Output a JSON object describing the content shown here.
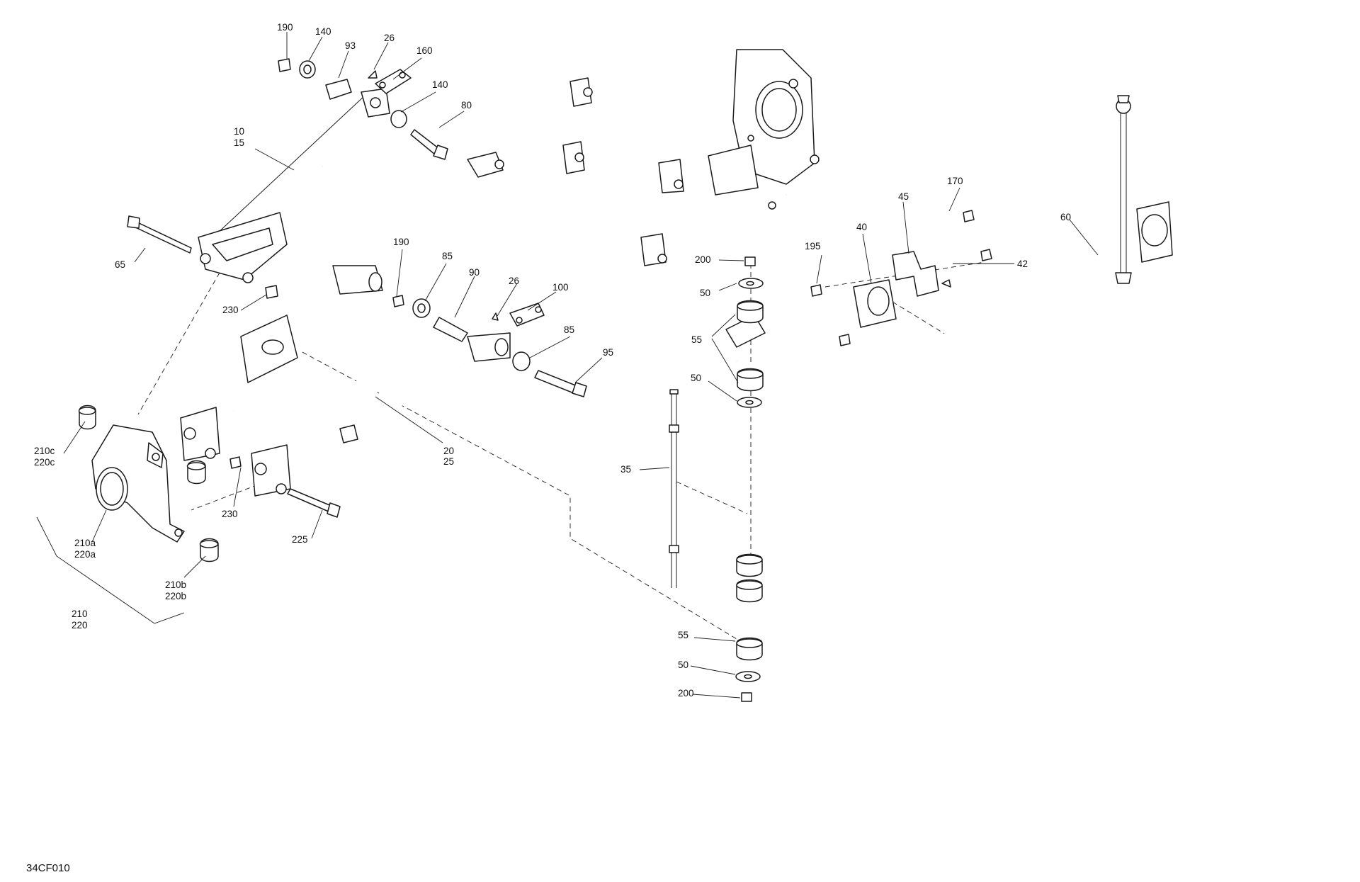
{
  "drawing_code": "34CF010",
  "callouts": [
    {
      "id": "c190a",
      "text": "190"
    },
    {
      "id": "c140a",
      "text": "140"
    },
    {
      "id": "c93",
      "text": "93"
    },
    {
      "id": "c26a",
      "text": "26"
    },
    {
      "id": "c160",
      "text": "160"
    },
    {
      "id": "c140b",
      "text": "140"
    },
    {
      "id": "c80",
      "text": "80"
    },
    {
      "id": "c10",
      "text": "10"
    },
    {
      "id": "c15",
      "text": "15"
    },
    {
      "id": "c65",
      "text": "65"
    },
    {
      "id": "c230a",
      "text": "230"
    },
    {
      "id": "c190b",
      "text": "190"
    },
    {
      "id": "c85a",
      "text": "85"
    },
    {
      "id": "c90",
      "text": "90"
    },
    {
      "id": "c26b",
      "text": "26"
    },
    {
      "id": "c100",
      "text": "100"
    },
    {
      "id": "c85b",
      "text": "85"
    },
    {
      "id": "c95",
      "text": "95"
    },
    {
      "id": "c20",
      "text": "20"
    },
    {
      "id": "c25",
      "text": "25"
    },
    {
      "id": "c210c",
      "text": "210c"
    },
    {
      "id": "c220c",
      "text": "220c"
    },
    {
      "id": "c230b",
      "text": "230"
    },
    {
      "id": "c225",
      "text": "225"
    },
    {
      "id": "c210a",
      "text": "210a"
    },
    {
      "id": "c220a",
      "text": "220a"
    },
    {
      "id": "c210b",
      "text": "210b"
    },
    {
      "id": "c220b",
      "text": "220b"
    },
    {
      "id": "c210",
      "text": "210"
    },
    {
      "id": "c220",
      "text": "220"
    },
    {
      "id": "c200a",
      "text": "200"
    },
    {
      "id": "c50a",
      "text": "50"
    },
    {
      "id": "c55a",
      "text": "55"
    },
    {
      "id": "c50b",
      "text": "50"
    },
    {
      "id": "c35",
      "text": "35"
    },
    {
      "id": "c55b",
      "text": "55"
    },
    {
      "id": "c50c",
      "text": "50"
    },
    {
      "id": "c200b",
      "text": "200"
    },
    {
      "id": "c195",
      "text": "195"
    },
    {
      "id": "c40",
      "text": "40"
    },
    {
      "id": "c45",
      "text": "45"
    },
    {
      "id": "c170",
      "text": "170"
    },
    {
      "id": "c42",
      "text": "42"
    },
    {
      "id": "c60",
      "text": "60"
    }
  ]
}
